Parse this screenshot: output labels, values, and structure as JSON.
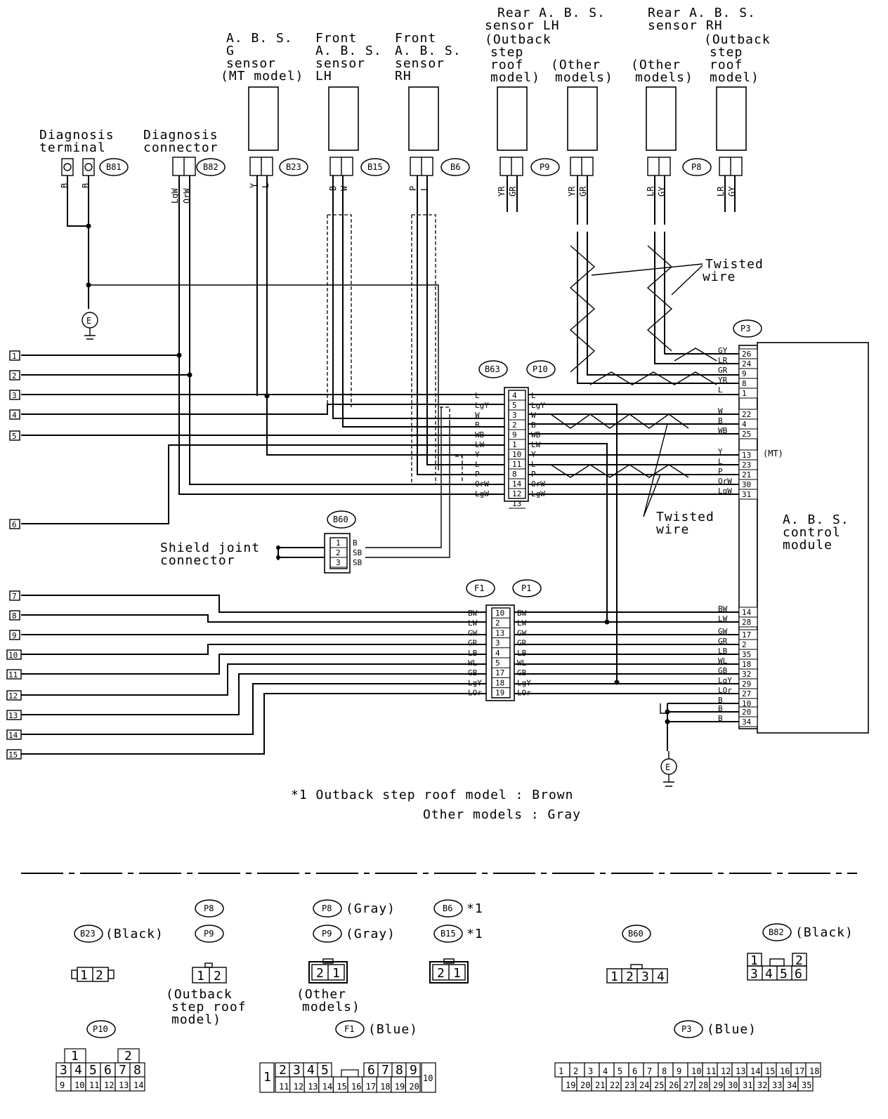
{
  "components": {
    "diag_terminal": {
      "label1": "Diagnosis",
      "label2": "terminal",
      "conn": "B81"
    },
    "diag_connector": {
      "label1": "Diagnosis",
      "label2": "connector",
      "conn": "B82"
    },
    "g_sensor": {
      "lines": [
        "A. B. S.",
        "G",
        "sensor",
        "(MT model)"
      ],
      "conn": "B23"
    },
    "front_lh": {
      "lines": [
        "Front",
        "A. B. S.",
        "sensor",
        "LH"
      ],
      "conn": "B15"
    },
    "front_rh": {
      "lines": [
        "Front",
        "A. B. S.",
        "sensor",
        "RH"
      ],
      "conn": "B6"
    },
    "rear_lh": {
      "lines": [
        "Rear A. B. S.",
        "sensor LH"
      ],
      "variant1": [
        "(Outback",
        "step",
        "roof",
        "model)"
      ],
      "variant2": [
        "(Other",
        "models)"
      ],
      "conn": "P9"
    },
    "rear_rh": {
      "lines": [
        "Rear A. B. S.",
        "sensor RH"
      ],
      "variant1": [
        "(Other",
        "models)"
      ],
      "variant2": [
        "(Outback",
        "step",
        "roof",
        "model)"
      ],
      "conn": "P8"
    },
    "abs_module": {
      "lines": [
        "A. B. S.",
        "control",
        "module"
      ],
      "conn": "P3",
      "note": "(MT)"
    },
    "shield_joint": {
      "lines": [
        "Shield joint",
        "connector"
      ],
      "conn": "B60"
    },
    "ground": "E"
  },
  "twisted_wire": {
    "line1": "Twisted",
    "line2": "wire"
  },
  "wire_colors": {
    "b81": [
      "B",
      "B"
    ],
    "b82": [
      "LgW",
      "OrW"
    ],
    "b23": [
      "Y",
      "L"
    ],
    "b15": [
      "B",
      "W"
    ],
    "b6": [
      "P",
      "L"
    ],
    "p9_a": [
      "YR",
      "GR"
    ],
    "p9_b": [
      "YR",
      "GR"
    ],
    "p8_a": [
      "LR",
      "GY"
    ],
    "p8_b": [
      "LR",
      "GY"
    ]
  },
  "b63_p10": {
    "left_conn": "B63",
    "right_conn": "P10",
    "rows": [
      {
        "pin": "4",
        "lc": "L",
        "rc": "L"
      },
      {
        "pin": "5",
        "lc": "LgY",
        "rc": "LgY"
      },
      {
        "pin": "3",
        "lc": "W",
        "rc": "W"
      },
      {
        "pin": "2",
        "lc": "B",
        "rc": "B"
      },
      {
        "pin": "9",
        "lc": "WB",
        "rc": "WB"
      },
      {
        "pin": "1",
        "lc": "LW",
        "rc": "LW"
      },
      {
        "pin": "10",
        "lc": "Y",
        "rc": "Y"
      },
      {
        "pin": "11",
        "lc": "L",
        "rc": "L"
      },
      {
        "pin": "8",
        "lc": "P",
        "rc": "P"
      },
      {
        "pin": "14",
        "lc": "OrW",
        "rc": "OrW"
      },
      {
        "pin": "12",
        "lc": "LgW",
        "rc": "LgW"
      },
      {
        "pin": "13",
        "lc": "",
        "rc": ""
      }
    ]
  },
  "b60_rows": [
    {
      "pin": "1",
      "c": "B"
    },
    {
      "pin": "2",
      "c": "SB"
    },
    {
      "pin": "3",
      "c": "SB"
    }
  ],
  "f1_p1": {
    "left_conn": "F1",
    "right_conn": "P1",
    "rows": [
      {
        "pin": "10",
        "lc": "BW",
        "rc": "BW"
      },
      {
        "pin": "2",
        "lc": "LW",
        "rc": "LW"
      },
      {
        "pin": "13",
        "lc": "GW",
        "rc": "GW"
      },
      {
        "pin": "3",
        "lc": "GR",
        "rc": "GR"
      },
      {
        "pin": "4",
        "lc": "LB",
        "rc": "LB"
      },
      {
        "pin": "5",
        "lc": "WL",
        "rc": "WL"
      },
      {
        "pin": "17",
        "lc": "GB",
        "rc": "GB"
      },
      {
        "pin": "18",
        "lc": "LgY",
        "rc": "LgY"
      },
      {
        "pin": "19",
        "lc": "LOr",
        "rc": "LOr"
      }
    ]
  },
  "p3_top": [
    {
      "pin": "26",
      "c": "GY"
    },
    {
      "pin": "24",
      "c": "LR"
    },
    {
      "pin": "9",
      "c": "GR"
    },
    {
      "pin": "8",
      "c": "YR"
    },
    {
      "pin": "1",
      "c": "L"
    },
    {
      "pin": "22",
      "c": "W"
    },
    {
      "pin": "4",
      "c": "B"
    },
    {
      "pin": "25",
      "c": "WB"
    },
    {
      "pin": "",
      "c": ""
    },
    {
      "pin": "13",
      "c": "Y"
    },
    {
      "pin": "23",
      "c": "L"
    },
    {
      "pin": "21",
      "c": "P"
    },
    {
      "pin": "30",
      "c": "OrW"
    },
    {
      "pin": "31",
      "c": "LgW"
    }
  ],
  "p3_bottom": [
    {
      "pin": "14",
      "c": "BW"
    },
    {
      "pin": "28",
      "c": "LW"
    },
    {
      "pin": "17",
      "c": "GW"
    },
    {
      "pin": "2",
      "c": "GR"
    },
    {
      "pin": "35",
      "c": "LB"
    },
    {
      "pin": "18",
      "c": "WL"
    },
    {
      "pin": "32",
      "c": "GB"
    },
    {
      "pin": "29",
      "c": "LgY"
    },
    {
      "pin": "27",
      "c": "LOr"
    },
    {
      "pin": "10",
      "c": "B"
    },
    {
      "pin": "20",
      "c": "B"
    },
    {
      "pin": "34",
      "c": "B"
    }
  ],
  "terminals": [
    "1",
    "2",
    "3",
    "4",
    "5",
    "6",
    "7",
    "8",
    "9",
    "10",
    "11",
    "12",
    "13",
    "14",
    "15"
  ],
  "footnote": {
    "line1": "*1 Outback step roof model : Brown",
    "line2": "Other models : Gray"
  },
  "legend": {
    "b23": {
      "conn": "B23",
      "color": "(Black)",
      "pins": [
        "1",
        "2"
      ]
    },
    "p8p9": {
      "conn1": "P8",
      "conn2": "P9",
      "pins": [
        "1",
        "2"
      ],
      "note": [
        "(Outback",
        "step roof",
        "model)"
      ]
    },
    "p8p9_gray": {
      "conn1": "P8",
      "conn2": "P9",
      "color": "(Gray)",
      "pins": [
        "2",
        "1"
      ],
      "note": [
        "(Other",
        "models)"
      ]
    },
    "b6b15": {
      "conn1": "B6",
      "conn2": "B15",
      "mark": "*1",
      "pins": [
        "2",
        "1"
      ]
    },
    "b60": {
      "conn": "B60",
      "pins": [
        "1",
        "2",
        "3",
        "4"
      ]
    },
    "b82": {
      "conn": "B82",
      "color": "(Black)",
      "top": [
        "1",
        "2"
      ],
      "bottom": [
        "3",
        "4",
        "5",
        "6"
      ]
    },
    "p10": {
      "conn": "P10",
      "top": [
        "1",
        "2"
      ],
      "mid": [
        "3",
        "4",
        "5",
        "6",
        "7",
        "8"
      ],
      "bot": [
        "9",
        "10",
        "11",
        "12",
        "13",
        "14"
      ]
    },
    "f1": {
      "conn": "F1",
      "color": "(Blue)",
      "left": "1",
      "right": "10",
      "top": [
        "2",
        "3",
        "4",
        "5",
        "6",
        "7",
        "8",
        "9"
      ],
      "bot": [
        "11",
        "12",
        "13",
        "14",
        "15",
        "16",
        "17",
        "18",
        "19",
        "20"
      ]
    },
    "p3": {
      "conn": "P3",
      "color": "(Blue)",
      "top": [
        "1",
        "2",
        "3",
        "4",
        "5",
        "6",
        "7",
        "8",
        "9",
        "10",
        "11",
        "12",
        "13",
        "14",
        "15",
        "16",
        "17",
        "18"
      ],
      "bot": [
        "19",
        "20",
        "21",
        "22",
        "23",
        "24",
        "25",
        "26",
        "27",
        "28",
        "29",
        "30",
        "31",
        "32",
        "33",
        "34",
        "35"
      ]
    }
  }
}
